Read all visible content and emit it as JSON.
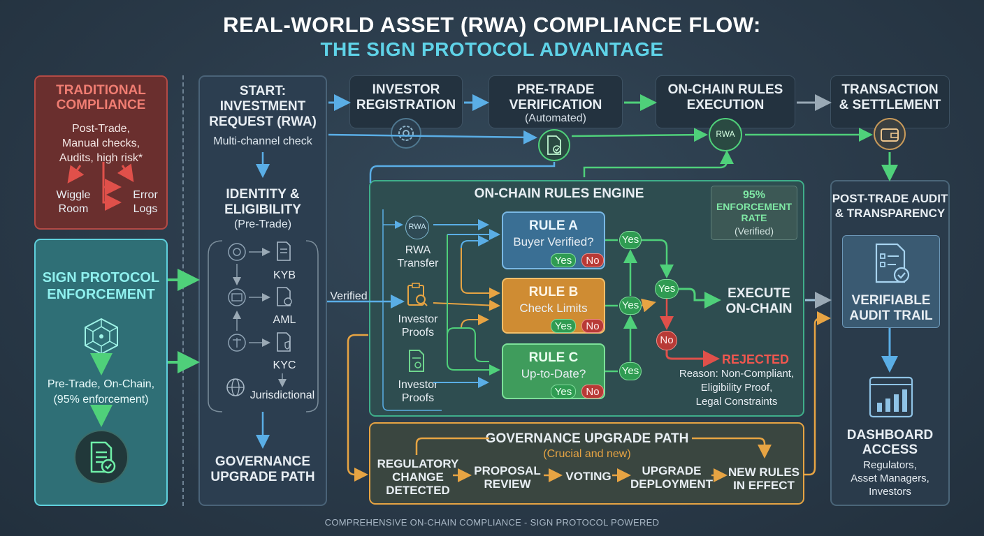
{
  "title": {
    "line1": "REAL-WORLD ASSET (RWA) COMPLIANCE FLOW:",
    "line2": "THE SIGN PROTOCOL ADVANTAGE"
  },
  "traditional": {
    "title_l1": "TRADITIONAL",
    "title_l2": "COMPLIANCE",
    "desc_l1": "Post-Trade,",
    "desc_l2": "Manual checks,",
    "desc_l3": "Audits, high risk*",
    "out1_l1": "Wiggle",
    "out1_l2": "Room",
    "out2_l1": "Error",
    "out2_l2": "Logs"
  },
  "sign_protocol": {
    "title_l1": "SIGN PROTOCOL",
    "title_l2": "ENFORCEMENT",
    "desc_l1": "Pre-Trade, On-Chain,",
    "desc_l2": "(95% enforcement)"
  },
  "start": {
    "title_l1": "START:",
    "title_l2": "INVESTMENT",
    "title_l3": "REQUEST (RWA)",
    "multichannel": "Multi-channel check",
    "identity_l1": "IDENTITY &",
    "identity_l2": "ELIGIBILITY",
    "identity_sub": "(Pre-Trade)",
    "checks": [
      "KYB",
      "AML",
      "KYC",
      "Jurisdictional"
    ],
    "gov_l1": "GOVERNANCE",
    "gov_l2": "UPGRADE PATH"
  },
  "steps": {
    "investor_reg_l1": "INVESTOR",
    "investor_reg_l2": "REGISTRATION",
    "pretrade_l1": "PRE-TRADE",
    "pretrade_l2": "VERIFICATION",
    "pretrade_sub": "(Automated)",
    "onchain_l1": "ON-CHAIN RULES",
    "onchain_l2": "EXECUTION",
    "onchain_badge": "RWA",
    "settle_l1": "TRANSACTION",
    "settle_l2": "& SETTLEMENT"
  },
  "verified_label": "Verified",
  "engine": {
    "title": "ON-CHAIN RULES ENGINE",
    "rate_l1": "95%",
    "rate_l2": "ENFORCEMENT",
    "rate_l3": "RATE",
    "rate_l4": "(Verified)",
    "inputs": {
      "rwa_badge": "RWA",
      "rwa_l1": "RWA",
      "rwa_l2": "Transfer",
      "proofs1_l1": "Investor",
      "proofs1_l2": "Proofs",
      "proofs2_l1": "Investor",
      "proofs2_l2": "Proofs"
    },
    "rules": {
      "a_title": "RULE A",
      "a_desc": "Buyer Verified?",
      "b_title": "RULE B",
      "b_desc": "Check Limits",
      "c_title": "RULE C",
      "c_desc": "Up-to-Date?"
    },
    "yes": "Yes",
    "no": "No",
    "execute_l1": "EXECUTE",
    "execute_l2": "ON-CHAIN",
    "rejected": "REJECTED",
    "reason_l1": "Reason: Non-Compliant,",
    "reason_l2": "Eligibility Proof,",
    "reason_l3": "Legal Constraints"
  },
  "governance": {
    "title": "GOVERNANCE UPGRADE PATH",
    "subtitle": "(Crucial and new)",
    "s1_l1": "REGULATORY",
    "s1_l2": "CHANGE",
    "s1_l3": "DETECTED",
    "s2_l1": "PROPOSAL",
    "s2_l2": "REVIEW",
    "s3": "VOTING",
    "s4_l1": "UPGRADE",
    "s4_l2": "DEPLOYMENT",
    "s5_l1": "NEW RULES",
    "s5_l2": "IN EFFECT"
  },
  "post_trade": {
    "title_l1": "POST-TRADE AUDIT",
    "title_l2": "& TRANSPARENCY",
    "audit_l1": "VERIFIABLE",
    "audit_l2": "AUDIT TRAIL",
    "dash_l1": "DASHBOARD",
    "dash_l2": "ACCESS",
    "users_l1": "Regulators,",
    "users_l2": "Asset Managers,",
    "users_l3": "Investors"
  },
  "footer": "COMPREHENSIVE ON-CHAIN COMPLIANCE - SIGN PROTOCOL POWERED",
  "colors": {
    "blue_arrow": "#5aaee6",
    "green_arrow": "#4fd07a",
    "orange_arrow": "#e7a443",
    "red_arrow": "#e0504a",
    "accent_cyan": "#5fd3e8"
  }
}
